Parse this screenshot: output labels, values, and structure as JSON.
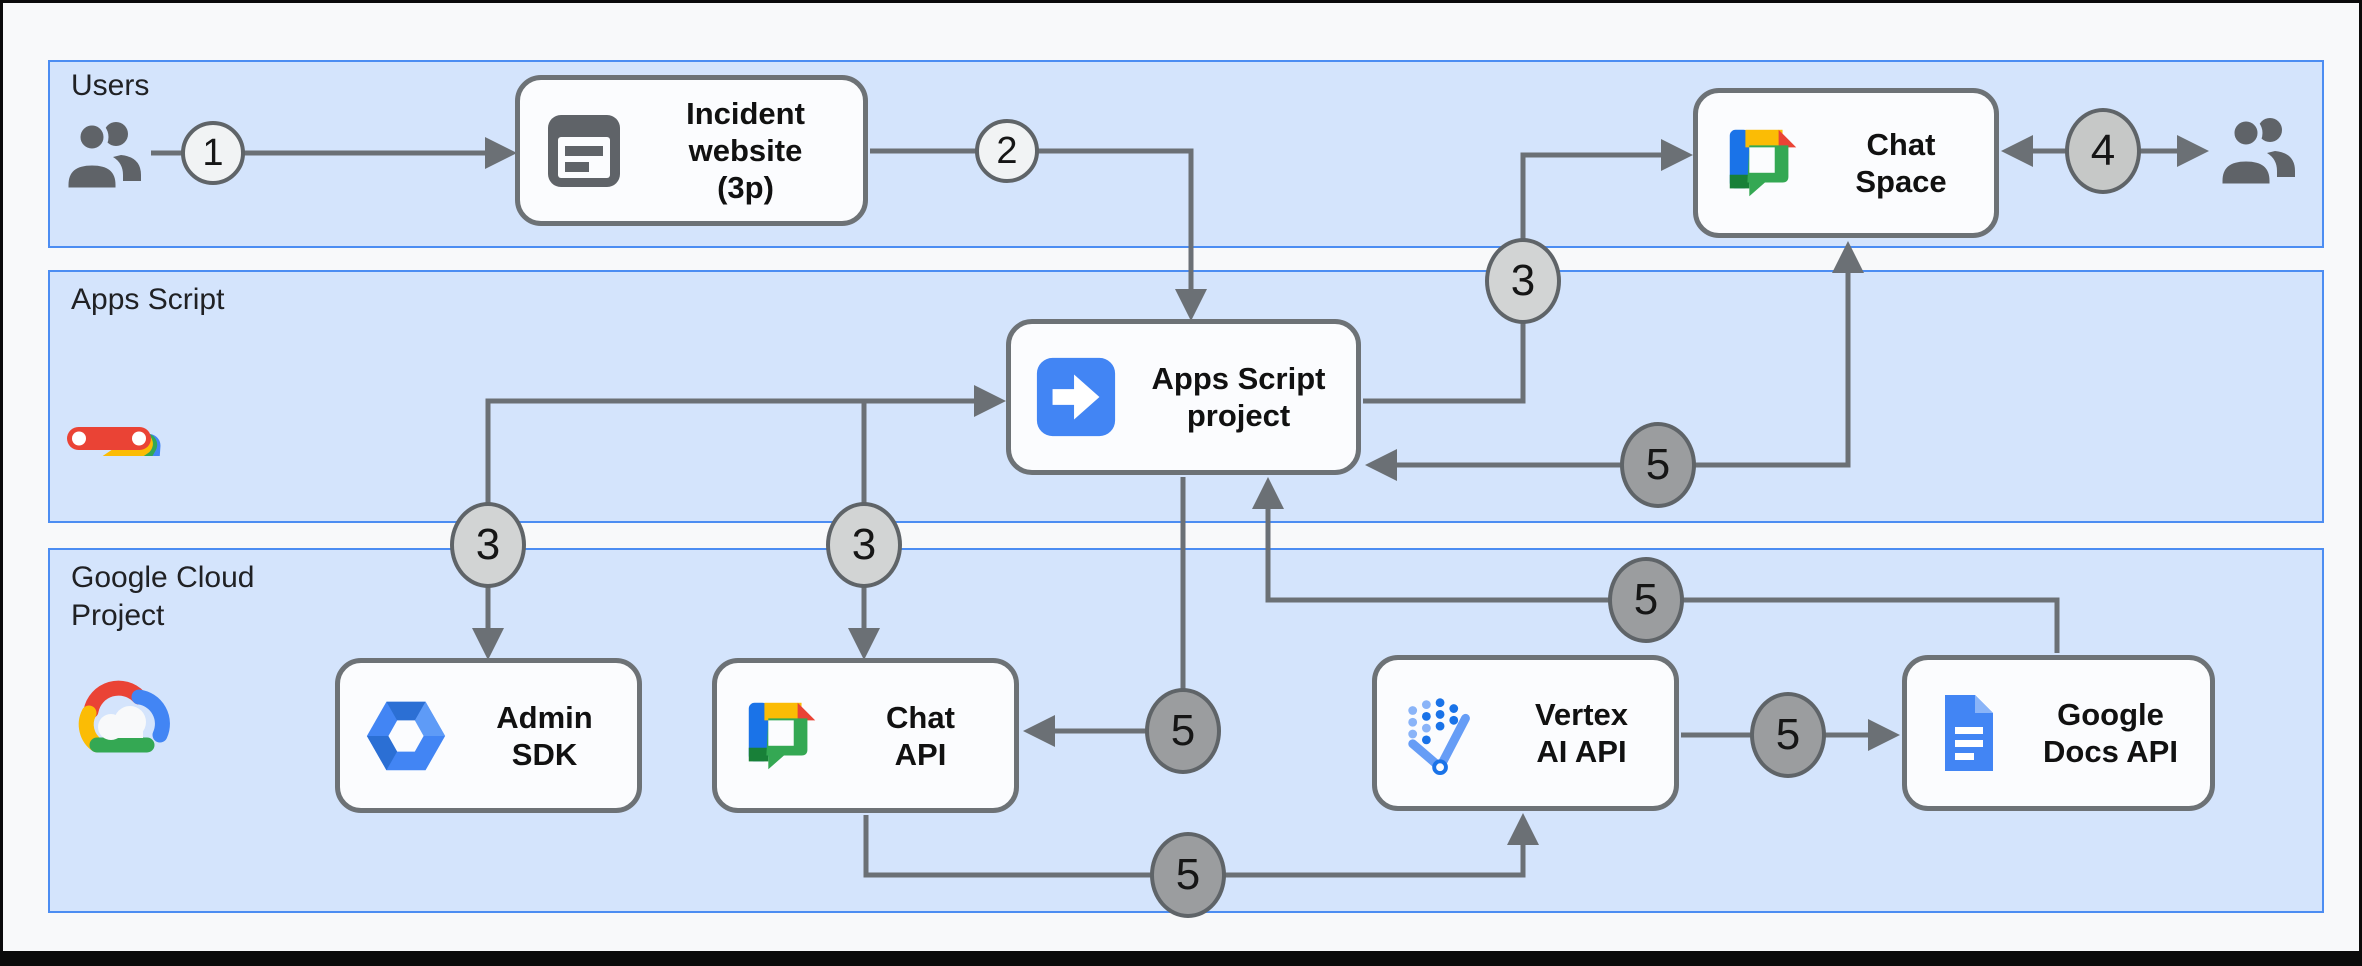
{
  "bands": {
    "users_label": "Users",
    "apps_script_label": "Apps Script",
    "gcp_label_line1": "Google Cloud",
    "gcp_label_line2": "Project"
  },
  "nodes": {
    "incident_line1": "Incident",
    "incident_line2": "website",
    "incident_line3": "(3p)",
    "chat_space_line1": "Chat",
    "chat_space_line2": "Space",
    "apps_script_project_line1": "Apps Script",
    "apps_script_project_line2": "project",
    "admin_sdk_line1": "Admin",
    "admin_sdk_line2": "SDK",
    "chat_api_line1": "Chat",
    "chat_api_line2": "API",
    "vertex_line1": "Vertex",
    "vertex_line2": "AI API",
    "docs_line1": "Google",
    "docs_line2": "Docs API"
  },
  "steps": {
    "step1": "1",
    "step2": "2",
    "step3_admin_sdk": "3",
    "step3_chat_api": "3",
    "step3_chat_space": "3",
    "step4": "4",
    "step5_chat_space": "5",
    "step5_chat_api": "5",
    "step5_vertex": "5",
    "step5_docs_to_project": "5",
    "step5_vertex_docs": "5"
  },
  "icons": {
    "users": "two-person silhouette",
    "incident_website": "web page glyph",
    "chat": "Google Chat logo",
    "apps_script_project": "blue square with white right arrow",
    "admin_sdk": "blue hexagon",
    "vertex_ai": "blue dot columns with check stroke",
    "google_docs": "blue document with white lines",
    "apps_script_logo": "Apps Script pinwheel",
    "google_cloud_logo": "Google Cloud multicolor cloud"
  },
  "colors": {
    "band_fill": "#d4e4fc",
    "band_border": "#4c8df2",
    "connector": "#6b7075",
    "node_border": "#6d7276",
    "node_fill": "#fbfcfe",
    "text": "#202124",
    "circle_steps_1_2": "#f1f3f4",
    "circle_step_3": "#d2d4d4",
    "circle_step_4": "#c6c8c7",
    "circle_step_5": "#9b9d9f",
    "google_blue": "#4285f4",
    "google_red": "#ea4335",
    "google_yellow": "#fbbc05",
    "google_green": "#34a853"
  }
}
